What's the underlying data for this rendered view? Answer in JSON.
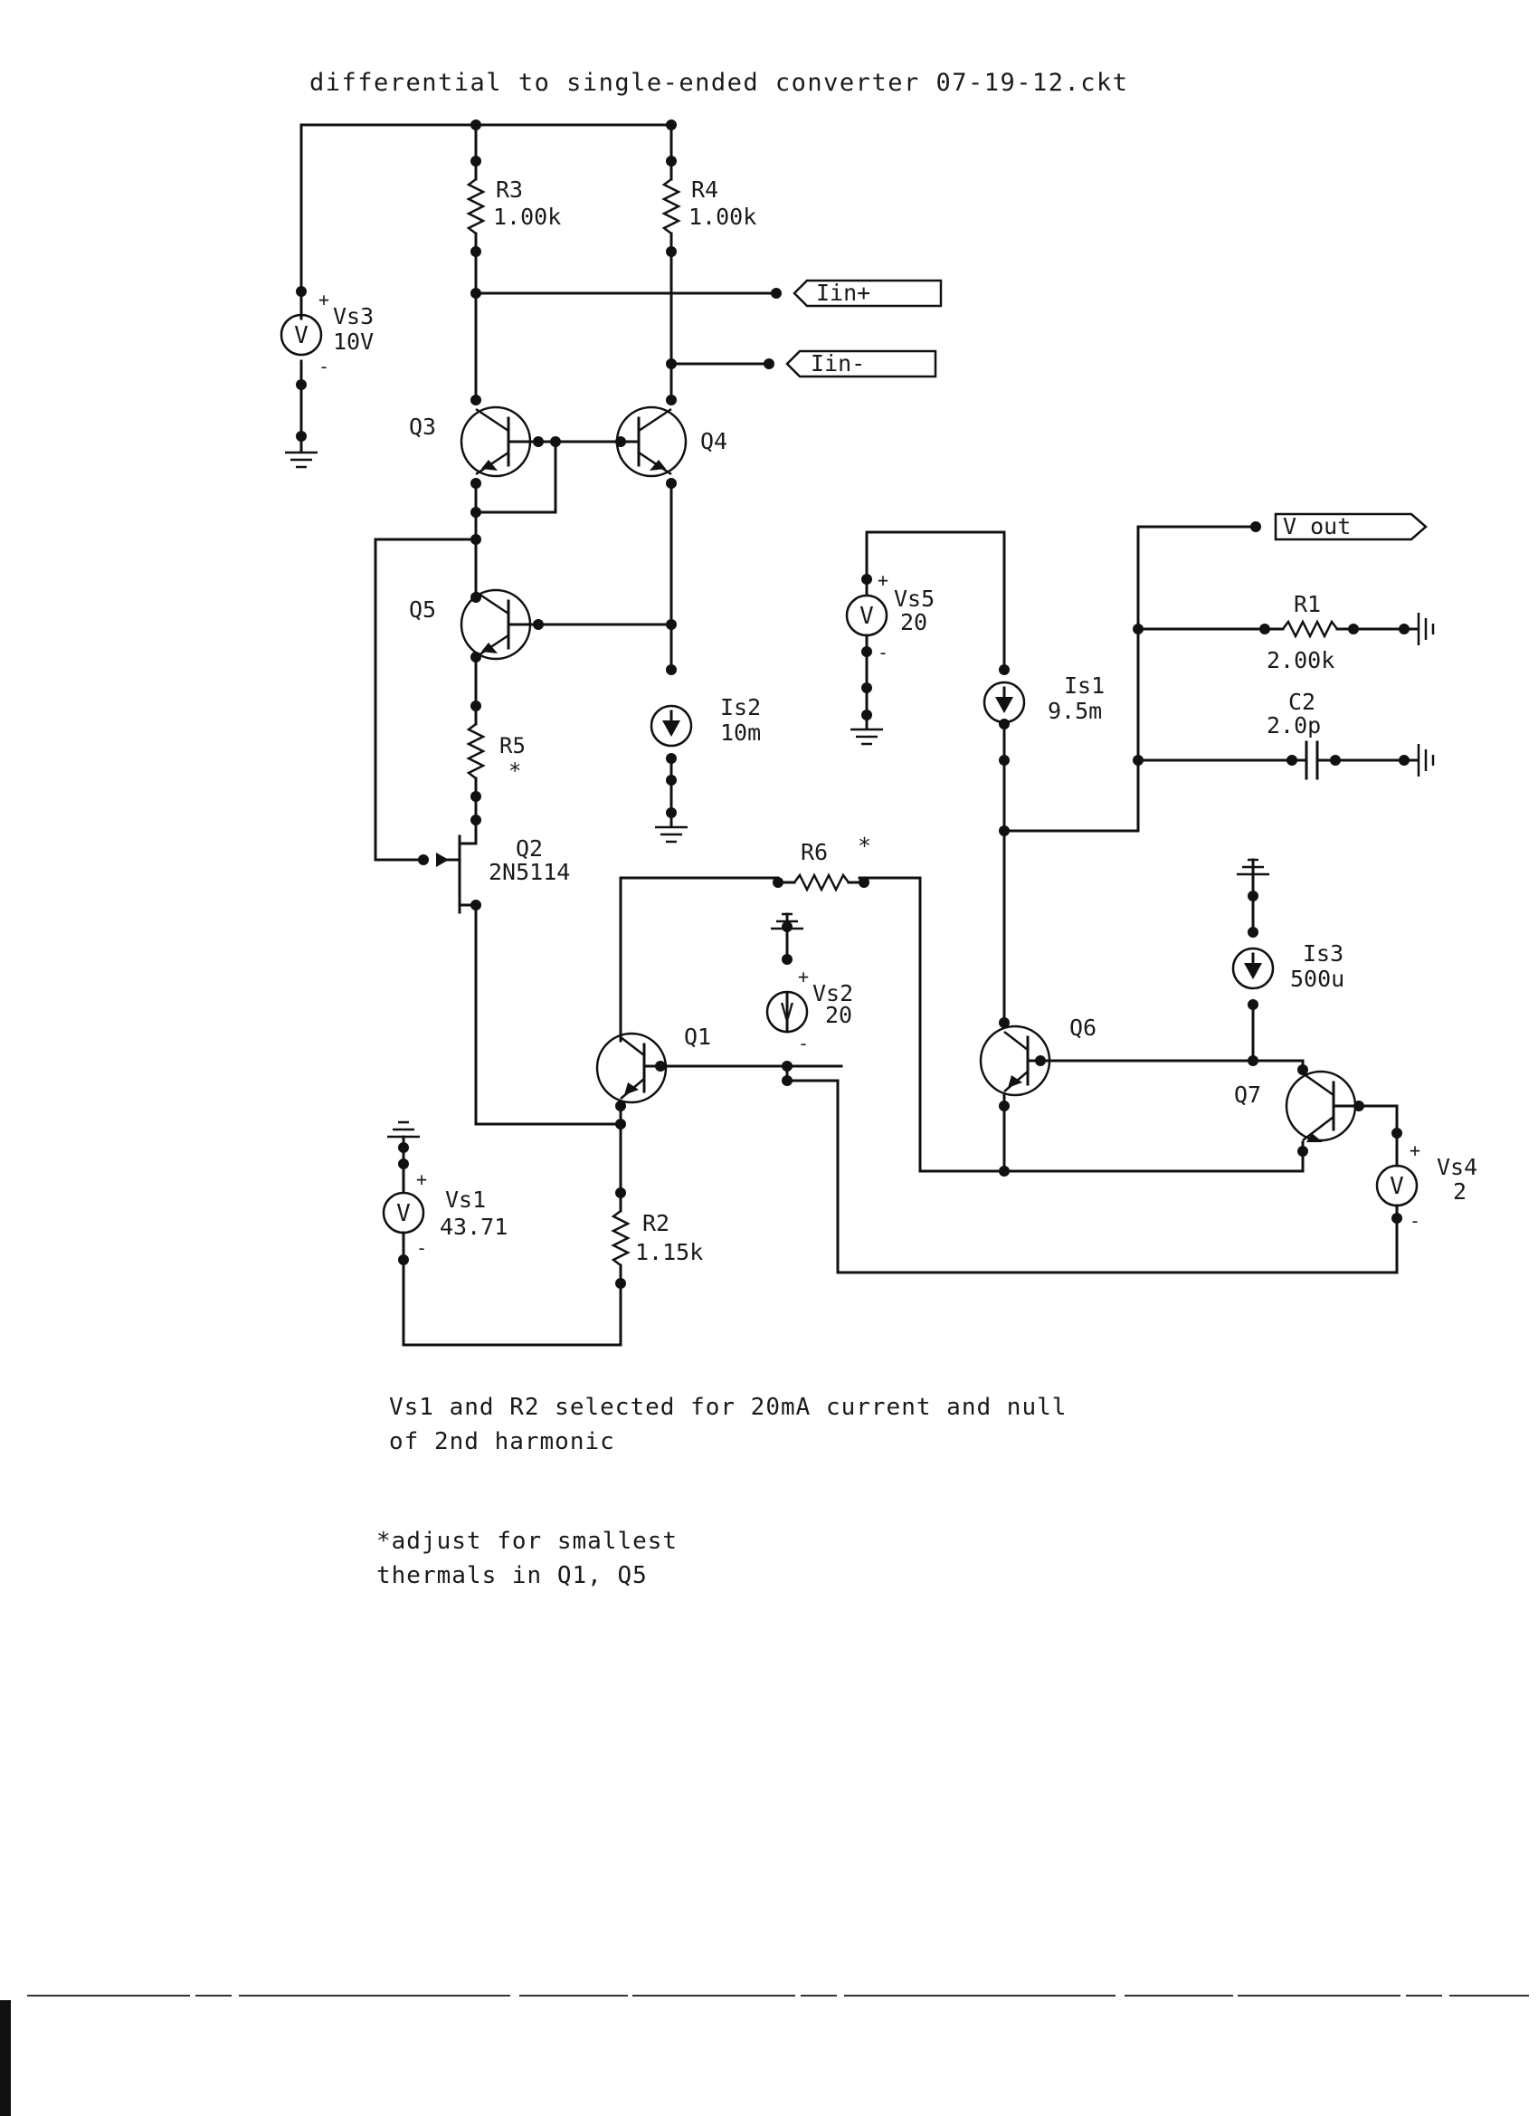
{
  "title": "differential to single-ended converter 07-19-12.ckt",
  "components": {
    "R3": {
      "ref": "R3",
      "value": "1.00k"
    },
    "R4": {
      "ref": "R4",
      "value": "1.00k"
    },
    "R1": {
      "ref": "R1",
      "value": "2.00k"
    },
    "R2": {
      "ref": "R2",
      "value": "1.15k"
    },
    "R5": {
      "ref": "R5",
      "value": "*"
    },
    "R6": {
      "ref": "R6",
      "value": "*"
    },
    "C2": {
      "ref": "C2",
      "value": "2.0p"
    },
    "Vs1": {
      "ref": "Vs1",
      "value": "43.71"
    },
    "Vs2": {
      "ref": "Vs2",
      "value": "20"
    },
    "Vs3": {
      "ref": "Vs3",
      "value": "10V"
    },
    "Vs4": {
      "ref": "Vs4",
      "value": "2"
    },
    "Vs5": {
      "ref": "Vs5",
      "value": "20"
    },
    "Is1": {
      "ref": "Is1",
      "value": "9.5m"
    },
    "Is2": {
      "ref": "Is2",
      "value": "10m"
    },
    "Is3": {
      "ref": "Is3",
      "value": "500u"
    },
    "Q1": {
      "ref": "Q1"
    },
    "Q2": {
      "ref": "Q2",
      "value": "2N5114"
    },
    "Q3": {
      "ref": "Q3"
    },
    "Q4": {
      "ref": "Q4"
    },
    "Q5": {
      "ref": "Q5"
    },
    "Q6": {
      "ref": "Q6"
    },
    "Q7": {
      "ref": "Q7"
    }
  },
  "ports": {
    "iin_plus": "Iin+",
    "iin_minus": "Iin-",
    "vout": "V out"
  },
  "symbols": {
    "v": "V",
    "plus": "+",
    "minus": "-"
  },
  "notes": {
    "note1": "Vs1 and R2 selected for 20mA current and null\nof 2nd harmonic",
    "note2": "*adjust for smallest\nthermals in Q1, Q5"
  }
}
